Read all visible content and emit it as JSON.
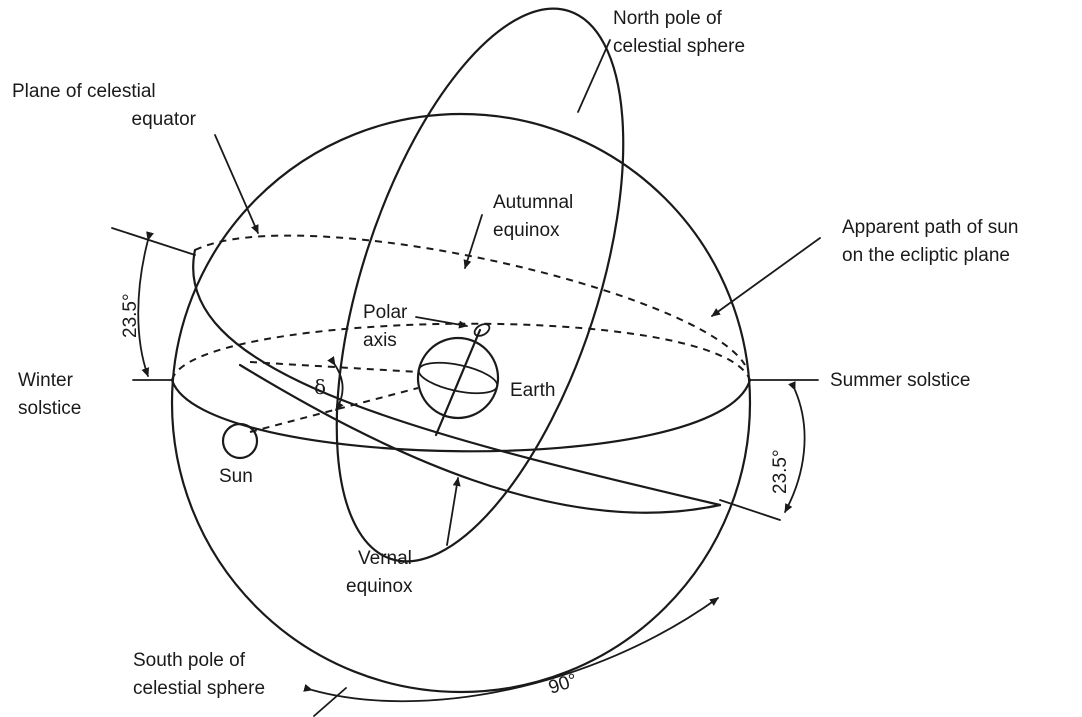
{
  "labels": {
    "north_pole": [
      "North pole of",
      "celestial sphere"
    ],
    "plane_equator": [
      "Plane of celestial",
      "equator"
    ],
    "autumnal_equinox": [
      "Autumnal",
      "equinox"
    ],
    "apparent_path": [
      "Apparent path of sun",
      "on the ecliptic plane"
    ],
    "polar_axis": [
      "Polar",
      "axis"
    ],
    "winter_solstice": [
      "Winter",
      "solstice"
    ],
    "summer_solstice": "Summer solstice",
    "earth": "Earth",
    "sun": "Sun",
    "delta": "δ",
    "tilt_left": "23.5°",
    "tilt_right": "23.5°",
    "vernal_equinox": [
      "Vernal",
      "equinox"
    ],
    "south_pole": [
      "South pole of",
      "celestial sphere"
    ],
    "ninety": "90°"
  }
}
